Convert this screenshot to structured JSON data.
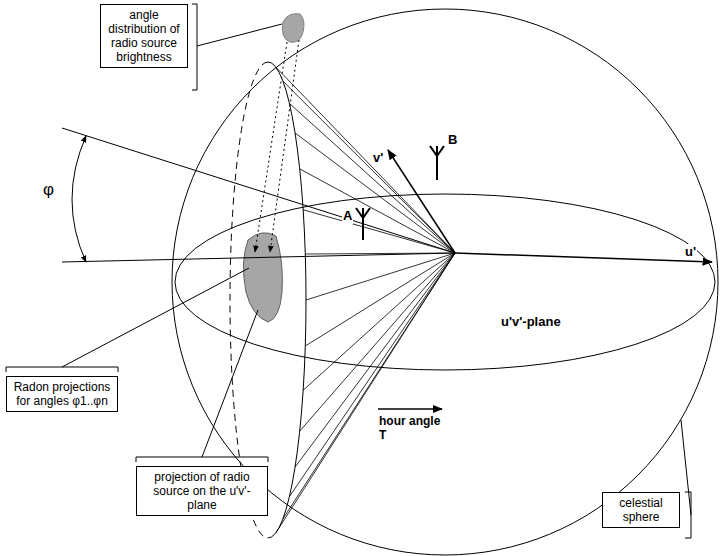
{
  "diagram": {
    "nodes": [
      {
        "text": [
          "angle distribution of radio source brightness"
        ]
      },
      {
        "text": [
          "Radon projections for angles φ1..φn"
        ]
      },
      {
        "text": [
          "projection of radio source on the u'v'-plane"
        ]
      },
      {
        "text": [
          "celestial sphere"
        ]
      }
    ],
    "labels": [
      "φ",
      "v'",
      "B",
      "A",
      "u'",
      "u'v'-plane",
      "hour angle T"
    ]
  }
}
